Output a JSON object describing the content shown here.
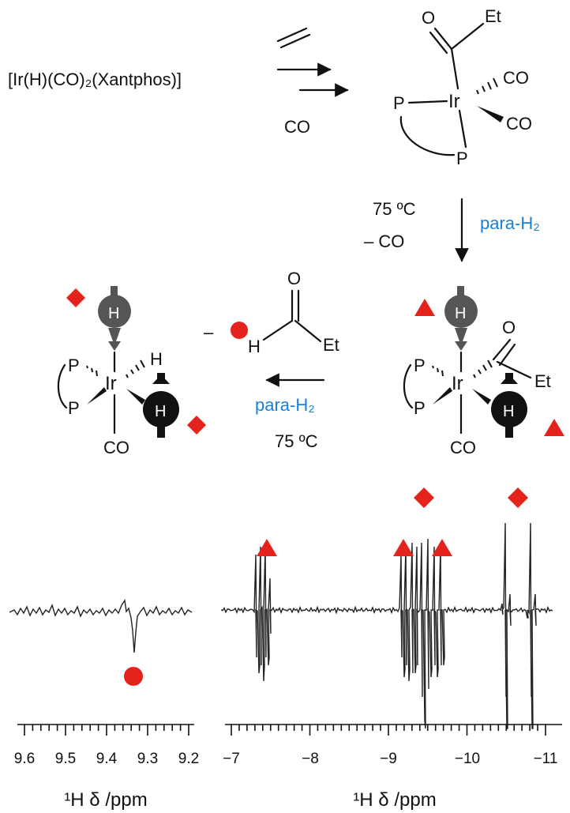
{
  "scheme": {
    "start_complex": "[Ir(H)(CO)₂(Xantphos)]",
    "cond1": {
      "co": "CO"
    },
    "acyl_complex": {
      "et": "Et",
      "ir": "Ir",
      "co_ax": "CO",
      "co_eq": "CO",
      "p1": "P",
      "p2": "P"
    },
    "step2": {
      "temp": "75 ºC",
      "loss": "– CO",
      "reagent": "para-H₂"
    },
    "hydride_acyl_complex": {
      "h": "H",
      "ir": "Ir",
      "p1": "P",
      "p2": "P",
      "et": "Et",
      "co": "CO"
    },
    "step3": {
      "reagent": "para-H₂",
      "temp": "75 ºC",
      "minus": "–"
    },
    "aldehyde": {
      "h": "H",
      "et": "Et"
    },
    "dihydride_complex": {
      "h_top": "H",
      "h_small": "H",
      "h_ball": "H",
      "ir": "Ir",
      "p1": "P",
      "p2": "P",
      "co": "CO"
    },
    "colors": {
      "marker": "#e5231d",
      "link": "#1c7fd6",
      "ball_gray": "#555555",
      "ball_black": "#111111"
    }
  },
  "spectrum_left": {
    "axis_label": "¹H δ /ppm",
    "ticks": [
      "9.6",
      "9.5",
      "9.4",
      "9.3",
      "9.2"
    ]
  },
  "spectrum_right": {
    "axis_label": "¹H δ /ppm",
    "ticks": [
      "−7",
      "−8",
      "−9",
      "−10",
      "−11"
    ]
  }
}
